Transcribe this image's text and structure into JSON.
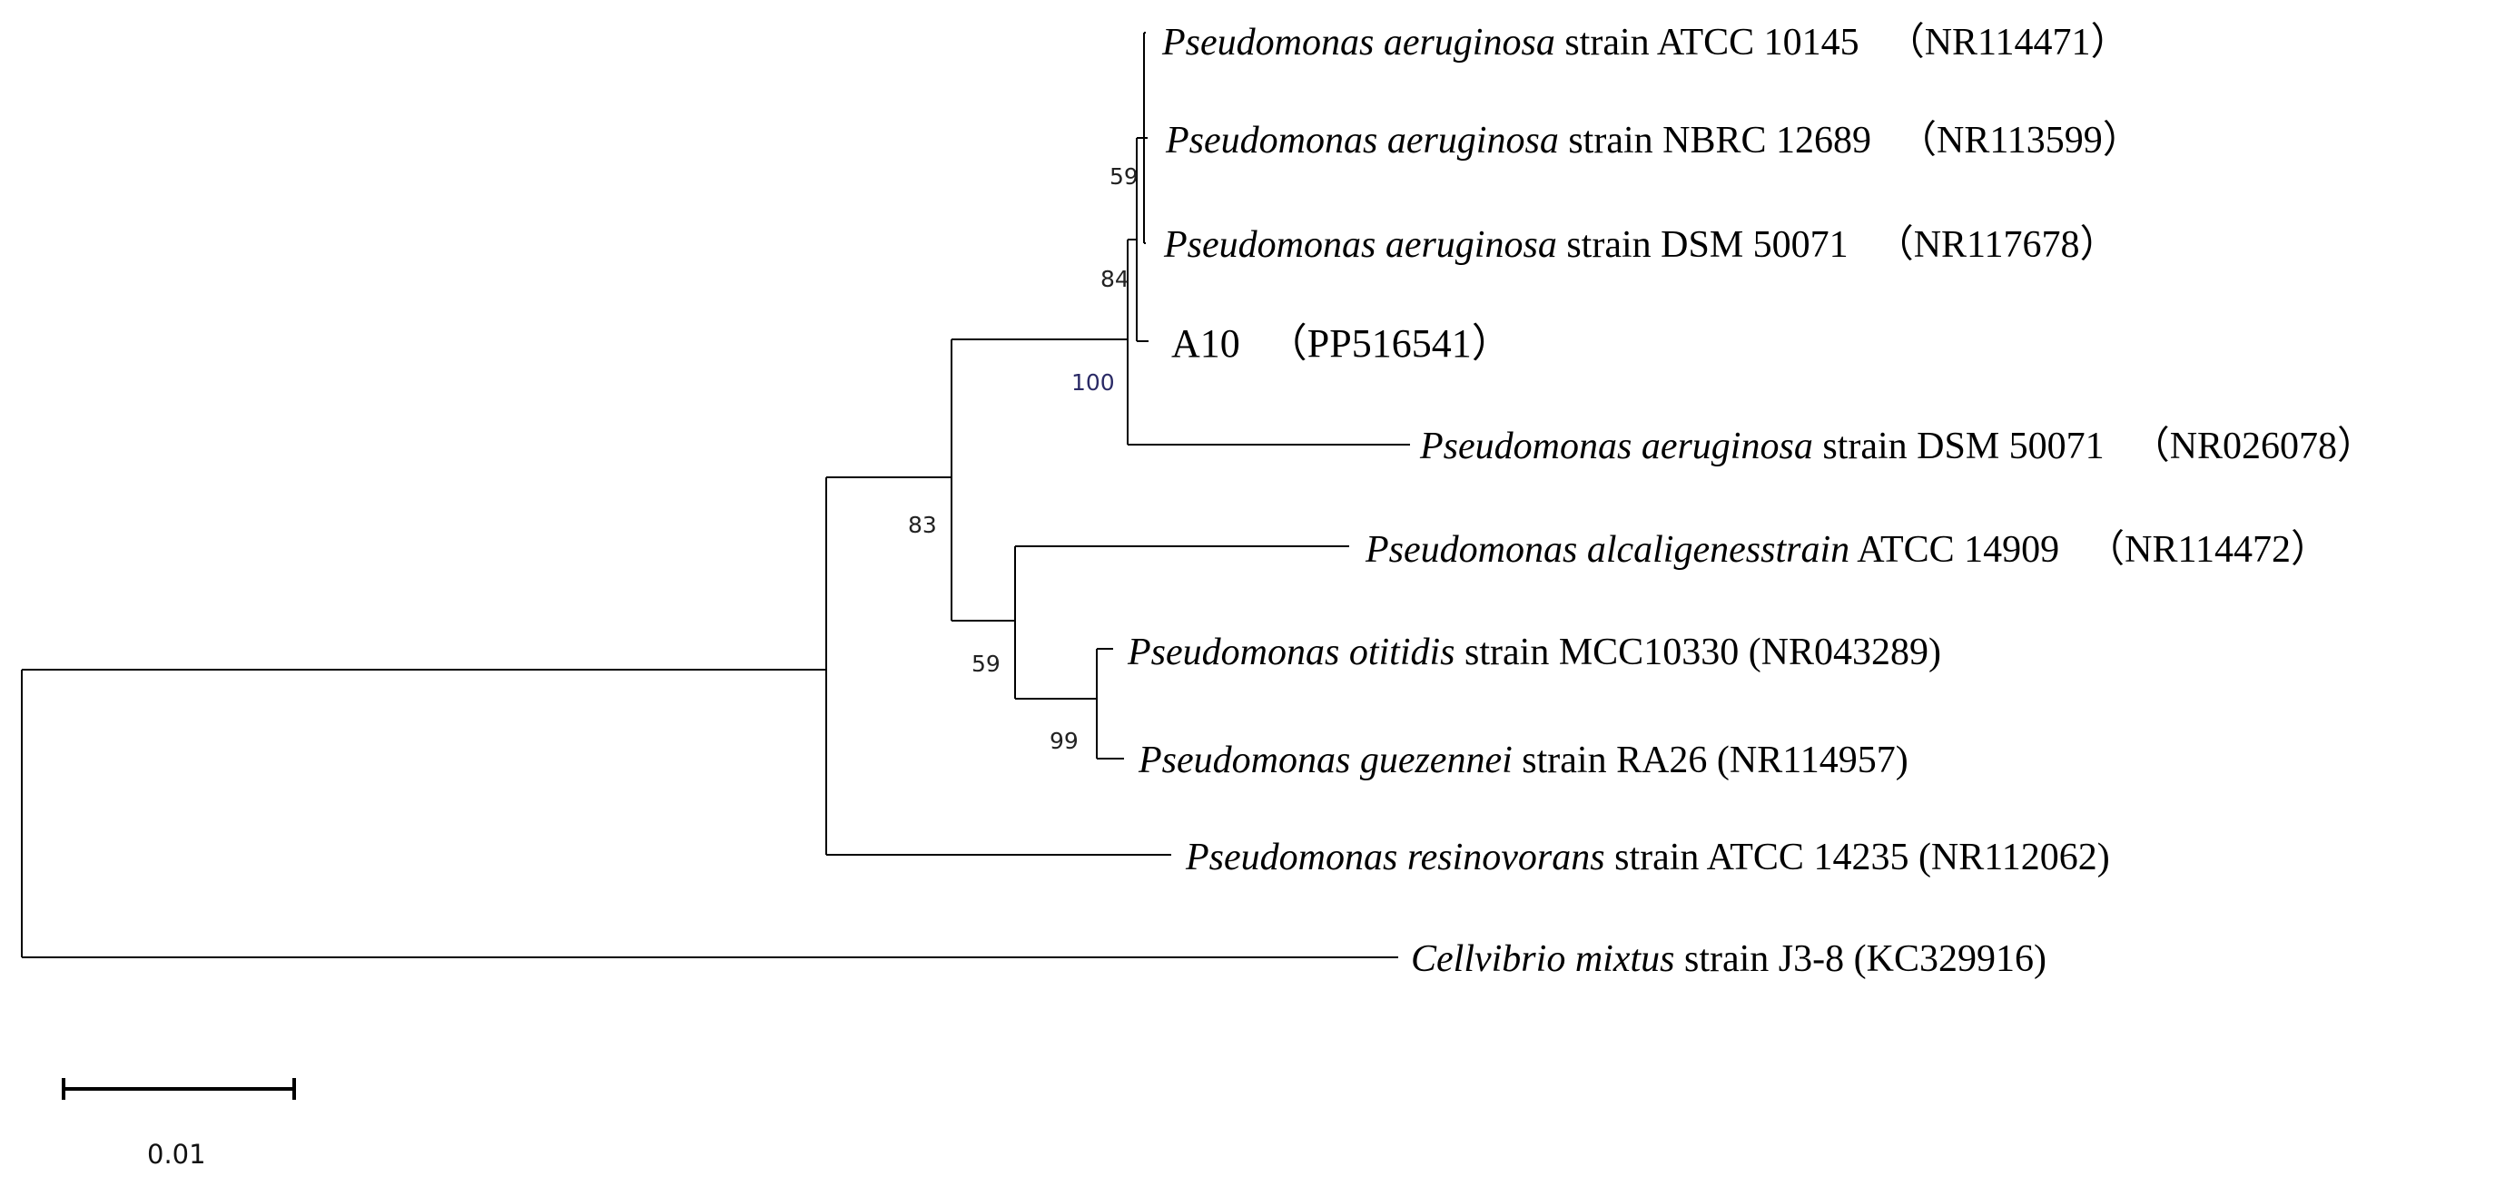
{
  "tree": {
    "taxa": [
      {
        "italic": "Pseudomonas aeruginosa",
        "rest": " strain ATCC 10145",
        "acc": "（NR114471）"
      },
      {
        "italic": "Pseudomonas aeruginosa",
        "rest": " strain NBRC 12689",
        "acc": "（NR113599）"
      },
      {
        "italic": "Pseudomonas aeruginosa",
        "rest": " strain DSM 50071",
        "acc": "（NR117678）"
      },
      {
        "italic": "",
        "rest": "A10",
        "acc": "（PP516541）"
      },
      {
        "italic": "Pseudomonas aeruginosa",
        "rest": " strain DSM 50071",
        "acc": "（NR026078）"
      },
      {
        "italic": "Pseudomonas alcaligenesstrain",
        "rest": " ATCC 14909",
        "acc": "（NR114472）"
      },
      {
        "italic": "Pseudomonas otitidis",
        "rest": " strain MCC10330 (NR043289)",
        "acc": ""
      },
      {
        "italic": "Pseudomonas guezennei",
        "rest": " strain RA26 (NR114957)",
        "acc": ""
      },
      {
        "italic": "Pseudomonas resinovorans",
        "rest": " strain ATCC 14235 (NR112062)",
        "acc": ""
      },
      {
        "italic": "Cellvibrio mixtus",
        "rest": " strain J3-8 (KC329916)",
        "acc": ""
      }
    ],
    "bootstrap": [
      "59",
      "84",
      "100",
      "83",
      "59",
      "99"
    ],
    "scale_label": "0.01"
  }
}
